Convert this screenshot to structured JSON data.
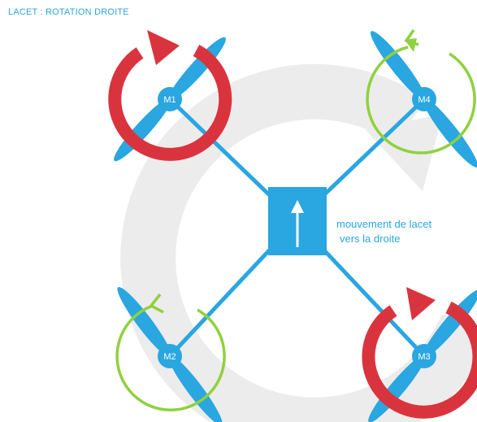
{
  "title": "LACET : ROTATION DROITE",
  "caption": {
    "line1": "mouvement de lacet",
    "line2": "vers la droite"
  },
  "colors": {
    "frame": "#2aa6e0",
    "rotation_fast": "#d9343e",
    "rotation_slow": "#8fd13f",
    "background_arrow": "#ececec"
  },
  "motors": [
    {
      "label": "M1",
      "rotation": "clockwise",
      "speed": "fast"
    },
    {
      "label": "M4",
      "rotation": "counter-clockwise",
      "speed": "slow"
    },
    {
      "label": "M2",
      "rotation": "counter-clockwise",
      "speed": "slow"
    },
    {
      "label": "M3",
      "rotation": "clockwise",
      "speed": "fast"
    }
  ],
  "icons": {
    "body_arrow": "up-arrow-icon",
    "background": "yaw-right-arrow-icon"
  }
}
